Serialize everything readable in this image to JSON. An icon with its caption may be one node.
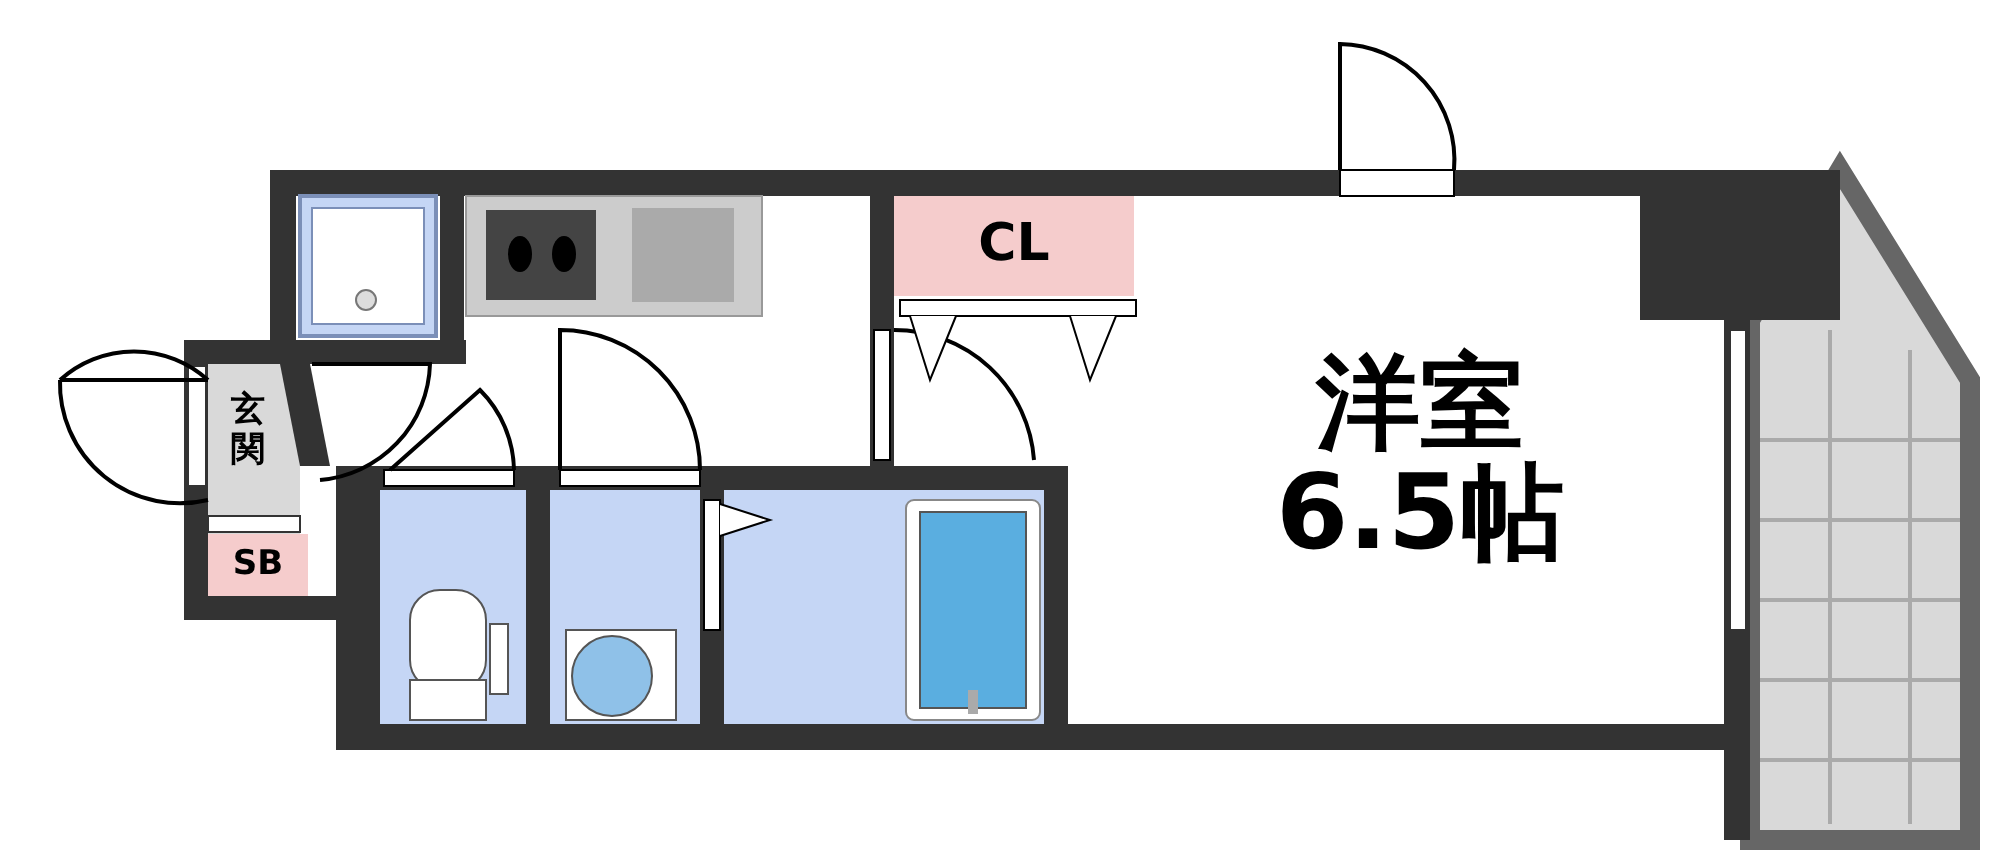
{
  "diagram": {
    "nodes": [
      {
        "text": [
          "CL"
        ]
      },
      {
        "text": [
          "玄関"
        ]
      },
      {
        "text": [
          "SB"
        ]
      },
      {
        "text": [
          "洋室",
          "6.5帖"
        ]
      }
    ]
  }
}
